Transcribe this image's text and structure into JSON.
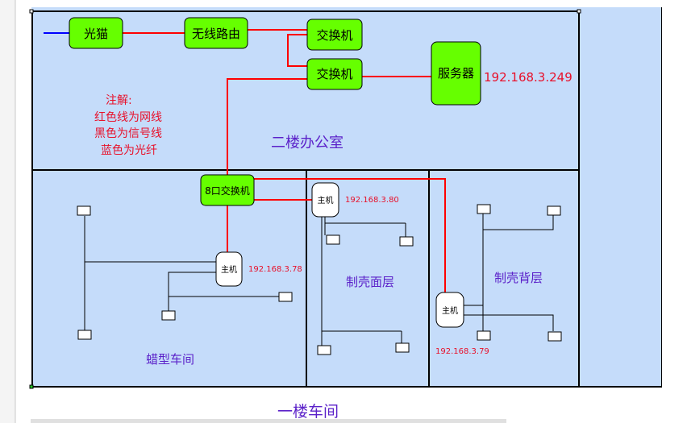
{
  "nodes": {
    "modem": "光猫",
    "router": "无线路由",
    "switch_top": "交换机",
    "switch_mid": "交换机",
    "server": "服务器",
    "switch_8port": "8口交换机",
    "host_left": "主机",
    "host_middle": "主机",
    "host_right": "主机"
  },
  "ips": {
    "server": "192.168.3.249",
    "host_left": "192.168.3.78",
    "host_middle": "192.168.3.80",
    "host_right": "192.168.3.79"
  },
  "rooms": {
    "office": "二楼办公室",
    "wax": "蜡型车间",
    "shell_face": "制壳面层",
    "shell_back": "制壳背层",
    "floor1": "一楼车间"
  },
  "legend": {
    "title": "注解:",
    "red": "红色线为网线",
    "black": "黑色为信号线",
    "blue": "蓝色为光纤"
  },
  "colors": {
    "room_fill": "#c5dcfa",
    "device_fill": "#66ff00",
    "network_cable": "#ff0000",
    "signal_cable": "#000000",
    "fiber": "#0000ff",
    "label_purple": "#5b21c9",
    "legend_red": "#e8102a"
  }
}
